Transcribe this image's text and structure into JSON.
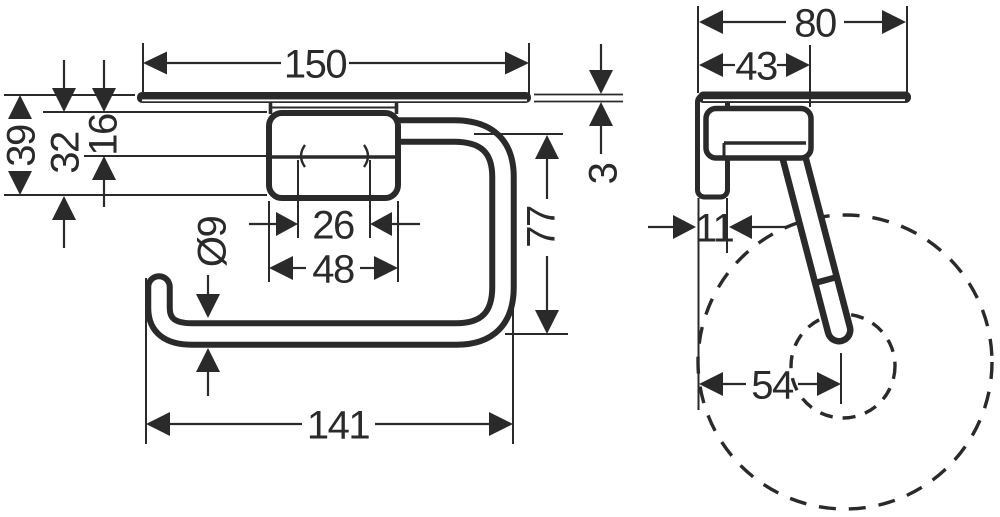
{
  "front_view": {
    "shelf_width": "150",
    "total_height": "39",
    "plate_height": "32",
    "hole_offset": "16",
    "hole_spacing": "26",
    "plate_width": "48",
    "bar_diameter": "Ø9",
    "holder_width": "141",
    "holder_height": "77"
  },
  "side_view": {
    "shelf_depth": "80",
    "bracket_depth": "43",
    "shelf_thickness": "3",
    "wall_plate_depth": "11",
    "roll_center_distance": "54"
  },
  "colors": {
    "line": "#2a2a2a",
    "background": "#ffffff"
  }
}
